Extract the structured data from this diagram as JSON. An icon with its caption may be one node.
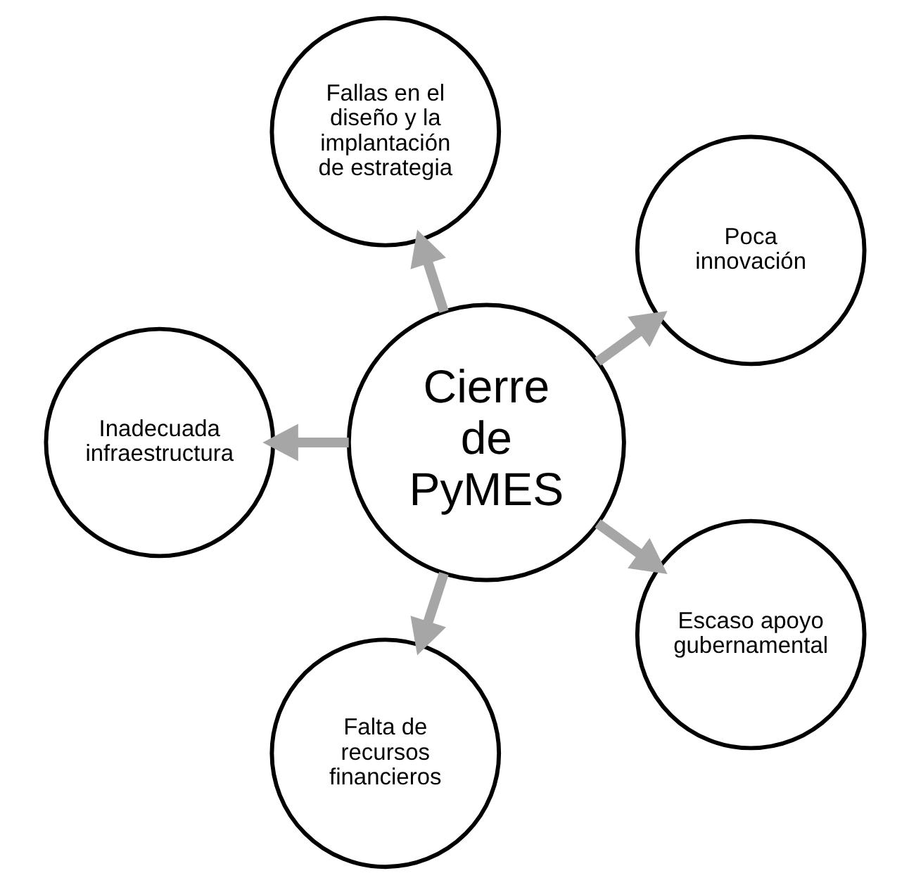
{
  "diagram": {
    "nodes": [
      {
        "text": [
          "Poca innovación"
        ]
      },
      {
        "text": [
          "Fallas en el diseño y la implantación de estrategia"
        ]
      },
      {
        "text": [
          "Cierre de PyMES"
        ]
      },
      {
        "text": [
          "Inadecuada infraestructura"
        ]
      },
      {
        "text": [
          "Falta de recursos financieros"
        ]
      },
      {
        "text": [
          "Escaso apoyo gubernamental"
        ]
      }
    ],
    "edges": [
      {
        "from": 2,
        "to": 0,
        "arrow": "to"
      },
      {
        "from": 2,
        "to": 3,
        "arrow": "to"
      },
      {
        "from": 2,
        "to": 5,
        "arrow": "to"
      },
      {
        "from": 2,
        "to": 4,
        "arrow": "to"
      },
      {
        "from": 2,
        "to": 1,
        "arrow": "to"
      }
    ]
  }
}
